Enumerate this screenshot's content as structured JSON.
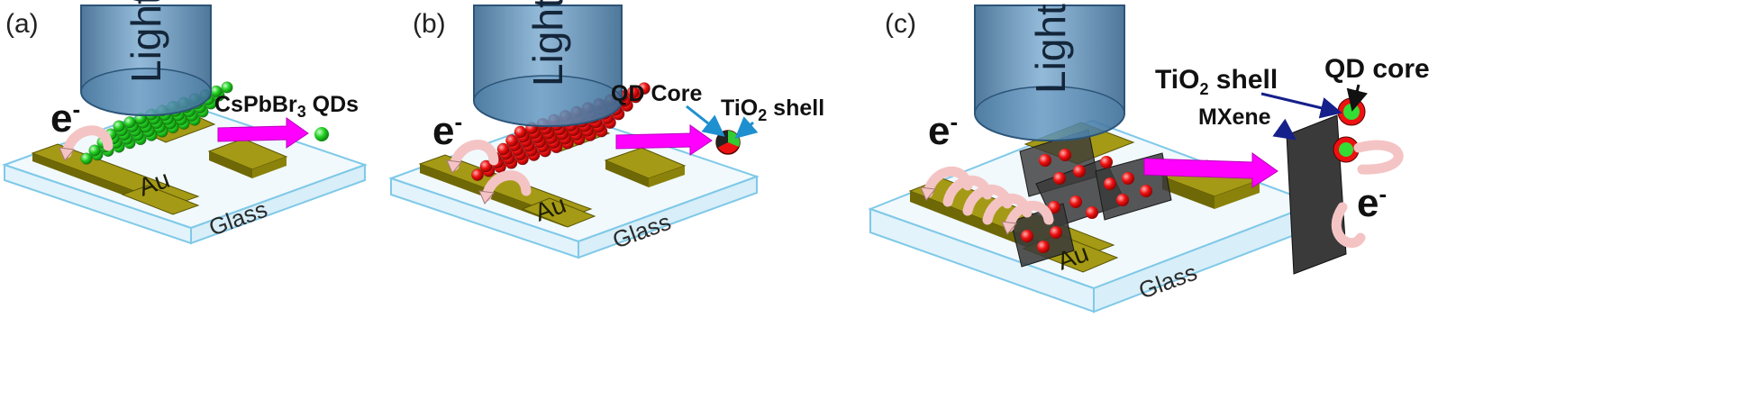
{
  "panels": [
    {
      "id": "a",
      "label": "(a)",
      "light": "Light",
      "electrode": "Au",
      "substrate": "Glass",
      "electron": "e",
      "electron_sup": "-",
      "annotations": {
        "qd_label_main": "CsPbBr",
        "qd_label_sub": "3",
        "qd_label_tail": " QDs"
      }
    },
    {
      "id": "b",
      "label": "(b)",
      "light": "Light",
      "electrode": "Au",
      "substrate": "Glass",
      "electron": "e",
      "electron_sup": "-",
      "annotations": {
        "core": "QD Core",
        "shell_main": "TiO",
        "shell_sub": "2",
        "shell_tail": " shell"
      }
    },
    {
      "id": "c",
      "label": "(c)",
      "light": "Light",
      "electrode": "Au",
      "substrate": "Glass",
      "electron": "e",
      "electron_sup": "-",
      "annotations": {
        "core": "QD core",
        "shell_main": "TiO",
        "shell_sub": "2",
        "shell_tail": " shell",
        "mxene": "MXene",
        "electron": "e",
        "electron_sup": "-"
      }
    }
  ],
  "colors": {
    "gold_top": "#a59a15",
    "gold_side": "#6f6806",
    "glass_edge": "#7fc9e8",
    "glass_fill": "#eef8fd",
    "light_beam": "#5a8fb8",
    "arrow": "#ff00ff",
    "qd_green": "#33dd33",
    "qd_red": "#ee1111",
    "mxene": "#3a3a3a",
    "electron_arrow": "#f4c4c4"
  }
}
